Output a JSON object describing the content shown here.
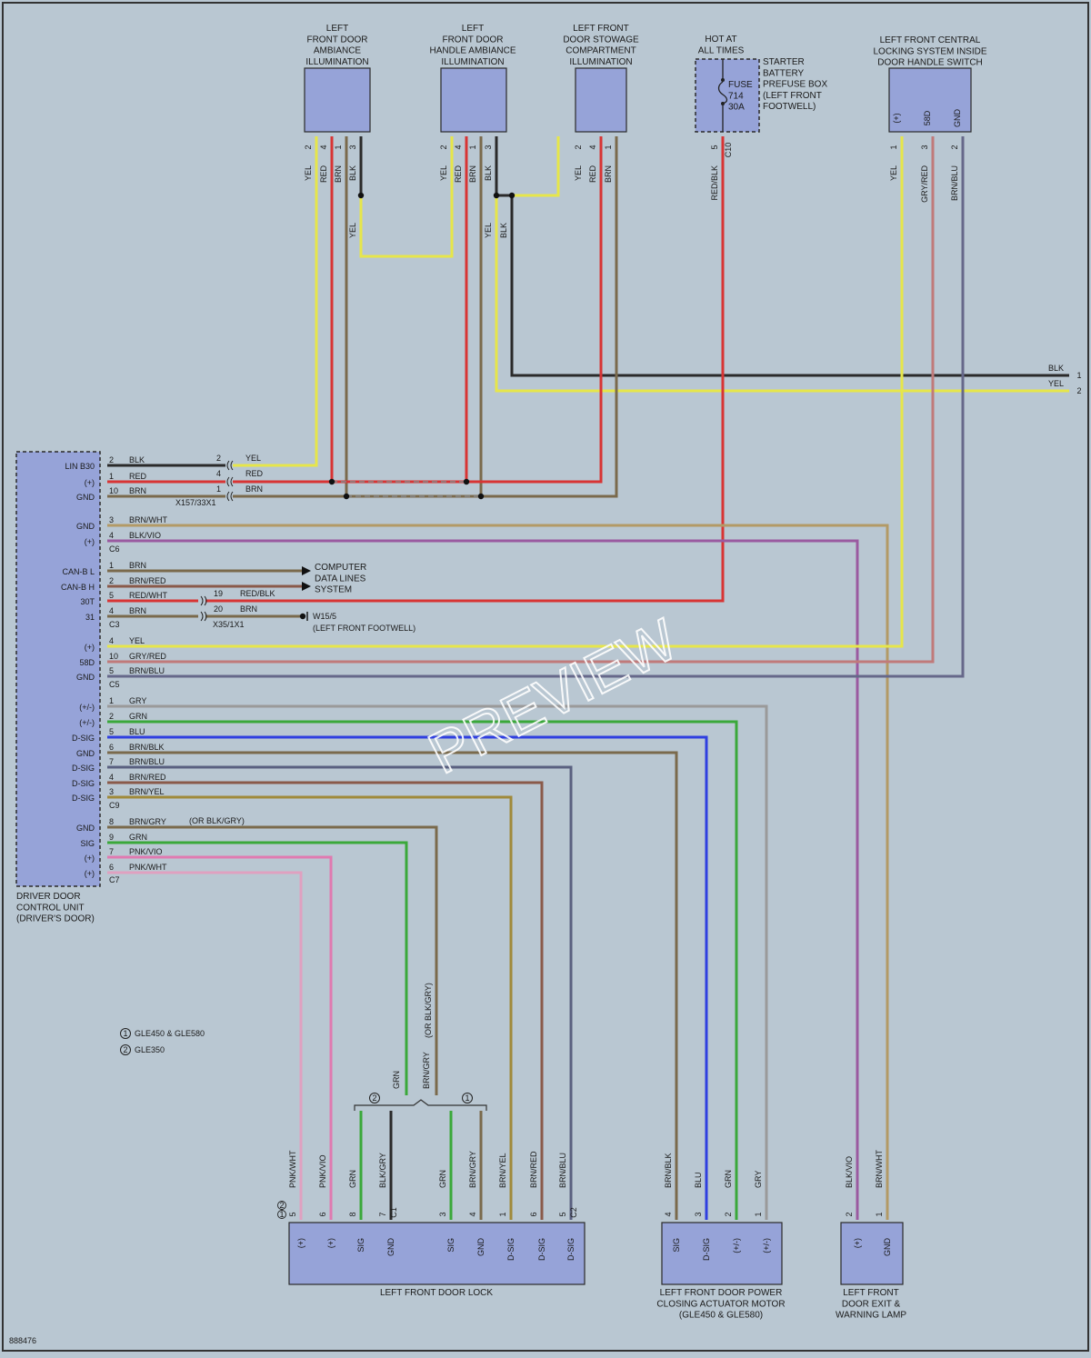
{
  "diagram_id": "888476",
  "watermark": "PREVIEW",
  "colors": {
    "YEL": "#e6e64a",
    "RED": "#d83434",
    "BRN": "#7a6a4c",
    "BLK": "#2a2a2a",
    "GRN": "#3aa83a",
    "BLU": "#2f3fe0",
    "GRY": "#9a9a9a",
    "PNK": "#e07ab0",
    "VIO": "#9a5aa0"
  },
  "components": {
    "ambiance": [
      "LEFT",
      "FRONT DOOR",
      "AMBIANCE",
      "ILLUMINATION"
    ],
    "handle": [
      "LEFT",
      "FRONT DOOR",
      "HANDLE AMBIANCE",
      "ILLUMINATION"
    ],
    "stowage": [
      "LEFT FRONT",
      "DOOR STOWAGE",
      "COMPARTMENT",
      "ILLUMINATION"
    ],
    "hot": [
      "HOT AT",
      "ALL TIMES"
    ],
    "fuse_box": [
      "STARTER",
      "BATTERY",
      "PREFUSE BOX",
      "(LEFT FRONT",
      "FOOTWELL)"
    ],
    "fuse": [
      "FUSE",
      "714",
      "30A"
    ],
    "lock_switch": [
      "LEFT FRONT CENTRAL",
      "LOCKING SYSTEM INSIDE",
      "DOOR HANDLE SWITCH"
    ],
    "ddcu": [
      "DRIVER DOOR",
      "CONTROL UNIT",
      "(DRIVER'S DOOR)"
    ],
    "door_lock": [
      "LEFT FRONT DOOR LOCK"
    ],
    "actuator": [
      "LEFT FRONT DOOR POWER",
      "CLOSING ACTUATOR MOTOR",
      "(GLE450 & GLE580)"
    ],
    "lamp": [
      "LEFT FRONT",
      "DOOR EXIT &",
      "WARNING LAMP"
    ]
  },
  "ddcu_pins": [
    "LIN B30",
    "(+)",
    "GND",
    "GND",
    "(+)",
    "CAN-B L",
    "CAN-B H",
    "30T",
    "31",
    "(+)",
    "58D",
    "GND",
    "(+/-)",
    "(+/-)",
    "D-SIG",
    "GND",
    "D-SIG",
    "D-SIG",
    "D-SIG",
    "GND",
    "SIG",
    "(+)",
    "(+)"
  ],
  "ddcu_wires": [
    {
      "pin": "2",
      "color": "BLK"
    },
    {
      "pin": "1",
      "color": "RED"
    },
    {
      "pin": "10",
      "color": "BRN"
    },
    {
      "pin": "3",
      "color": "BRN/WHT"
    },
    {
      "pin": "4",
      "color": "BLK/VIO"
    },
    {
      "pin": "1",
      "color": "BRN"
    },
    {
      "pin": "2",
      "color": "BRN/RED"
    },
    {
      "pin": "5",
      "color": "RED/WHT"
    },
    {
      "pin": "4",
      "color": "BRN"
    },
    {
      "pin": "4",
      "color": "YEL"
    },
    {
      "pin": "10",
      "color": "GRY/RED"
    },
    {
      "pin": "5",
      "color": "BRN/BLU"
    },
    {
      "pin": "1",
      "color": "GRY"
    },
    {
      "pin": "2",
      "color": "GRN"
    },
    {
      "pin": "5",
      "color": "BLU"
    },
    {
      "pin": "6",
      "color": "BRN/BLK"
    },
    {
      "pin": "7",
      "color": "BRN/BLU"
    },
    {
      "pin": "4",
      "color": "BRN/RED"
    },
    {
      "pin": "3",
      "color": "BRN/YEL"
    },
    {
      "pin": "8",
      "color": "BRN/GRY"
    },
    {
      "pin": "9",
      "color": "GRN"
    },
    {
      "pin": "7",
      "color": "PNK/VIO"
    },
    {
      "pin": "6",
      "color": "PNK/WHT"
    }
  ],
  "connectors": {
    "c6": "C6",
    "c3": "C3",
    "c5": "C5",
    "c9": "C9",
    "c7": "C7",
    "c1": "C1",
    "c2": "C2",
    "c10": "C10",
    "x157": "X157/33X1",
    "x35": "X35/1X1"
  },
  "x157_pins": [
    {
      "pin": "2",
      "color": "YEL"
    },
    {
      "pin": "4",
      "color": "RED"
    },
    {
      "pin": "1",
      "color": "BRN"
    }
  ],
  "x35_pins": [
    {
      "pin": "19",
      "color": "RED/BLK"
    },
    {
      "pin": "20",
      "color": "BRN"
    }
  ],
  "computer_data": [
    "COMPUTER",
    "DATA LINES",
    "SYSTEM"
  ],
  "ground": [
    "W15/5",
    "(LEFT FRONT FOOTWELL)"
  ],
  "or_blk_gry": "(OR BLK/GRY)",
  "notes": [
    {
      "num": "1",
      "text": "GLE450 & GLE580"
    },
    {
      "num": "2",
      "text": "GLE350"
    }
  ],
  "right_bus": [
    {
      "color": "BLK",
      "num": "1"
    },
    {
      "color": "YEL",
      "num": "2"
    }
  ],
  "top_pins": {
    "ambiance": [
      {
        "pin": "2",
        "color": "YEL"
      },
      {
        "pin": "4",
        "color": "RED"
      },
      {
        "pin": "1",
        "color": "BRN"
      },
      {
        "pin": "3",
        "color": "BLK"
      }
    ],
    "handle": [
      {
        "pin": "2",
        "color": "YEL"
      },
      {
        "pin": "4",
        "color": "RED"
      },
      {
        "pin": "1",
        "color": "BRN"
      },
      {
        "pin": "3",
        "color": "BLK"
      }
    ],
    "stowage": [
      {
        "pin": "2",
        "color": "YEL"
      },
      {
        "pin": "4",
        "color": "RED"
      },
      {
        "pin": "1",
        "color": "BRN"
      }
    ],
    "fuse": [
      {
        "pin": "5",
        "color": "RED/BLK"
      }
    ],
    "switch": [
      {
        "pin": "1",
        "color": "YEL",
        "func": "(+)"
      },
      {
        "pin": "3",
        "color": "GRY/RED",
        "func": "58D"
      },
      {
        "pin": "2",
        "color": "BRN/BLU",
        "func": "GND"
      }
    ],
    "jumper_labels": [
      "YEL",
      "YEL",
      "BLK"
    ]
  },
  "lock_pins": [
    {
      "pin": "5",
      "color": "PNK/WHT",
      "func": "(+)"
    },
    {
      "pin": "6",
      "color": "PNK/VIO",
      "func": "(+)"
    },
    {
      "pin": "8",
      "color": "GRN",
      "func": "SIG"
    },
    {
      "pin": "7",
      "color": "BLK/GRY",
      "func": "GND"
    },
    {
      "pin": "3",
      "color": "GRN",
      "func": "SIG"
    },
    {
      "pin": "4",
      "color": "BRN/GRY",
      "func": "GND"
    },
    {
      "pin": "1",
      "color": "BRN/YEL",
      "func": "D-SIG"
    },
    {
      "pin": "6",
      "color": "BRN/RED",
      "func": "D-SIG"
    },
    {
      "pin": "5",
      "color": "BRN/BLU",
      "func": "D-SIG"
    }
  ],
  "lock_alt_pins": [
    "1",
    "2"
  ],
  "actuator_pins": [
    {
      "pin": "4",
      "color": "BRN/BLK",
      "func": "SIG"
    },
    {
      "pin": "3",
      "color": "BLU",
      "func": "D-SIG"
    },
    {
      "pin": "2",
      "color": "GRN",
      "func": "(+/-)"
    },
    {
      "pin": "1",
      "color": "GRY",
      "func": "(+/-)"
    }
  ],
  "lamp_pins": [
    {
      "pin": "2",
      "color": "BLK/VIO",
      "func": "(+)"
    },
    {
      "pin": "1",
      "color": "BRN/WHT",
      "func": "GND"
    }
  ],
  "merge_labels": [
    "GRN",
    "BRN/GRY"
  ]
}
